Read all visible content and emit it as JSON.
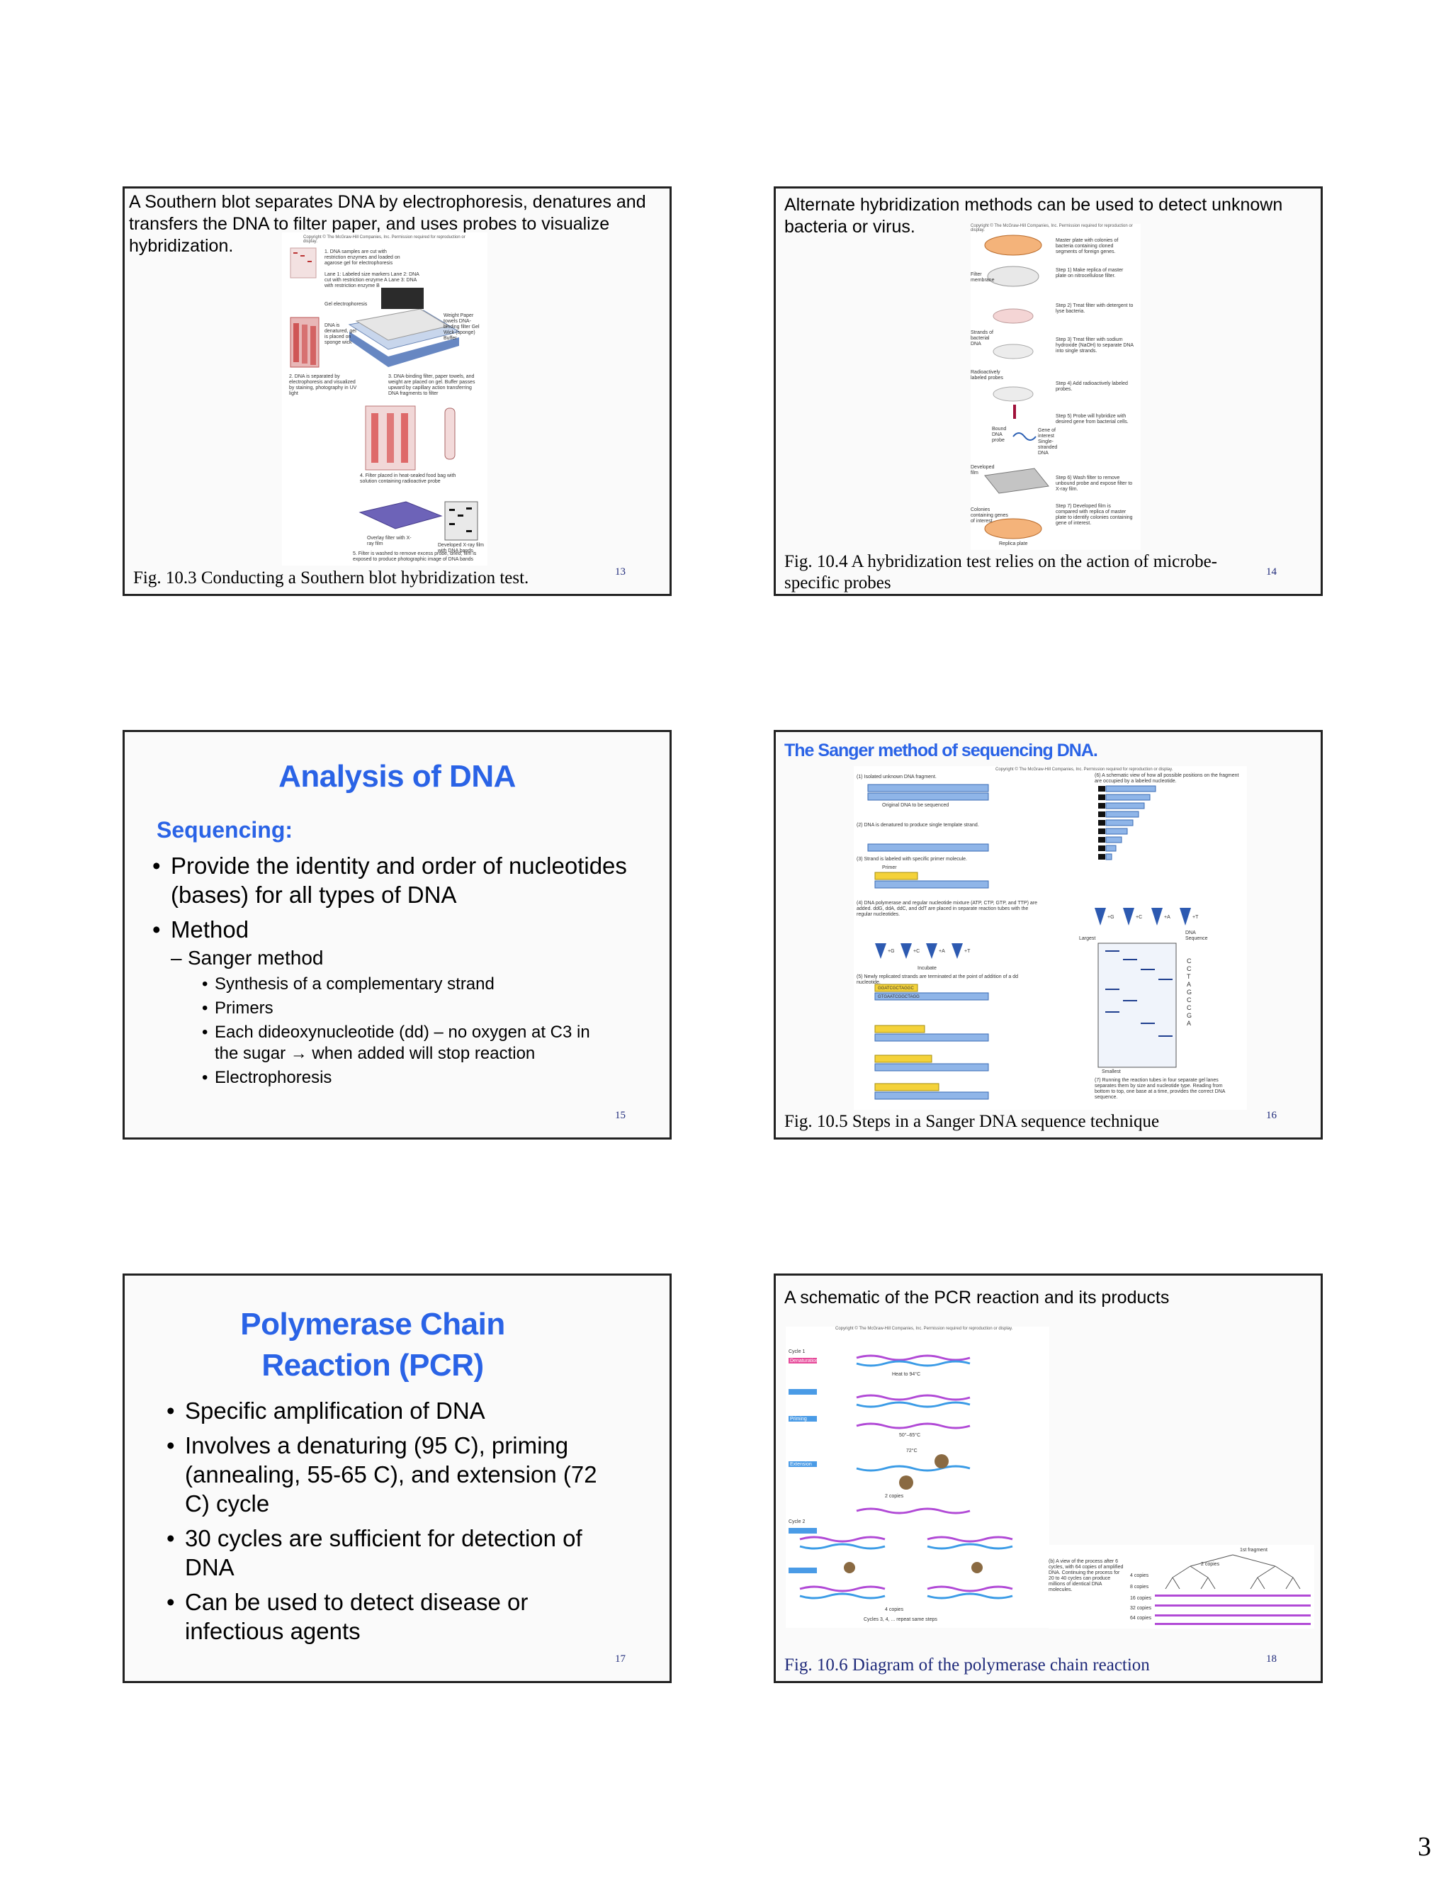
{
  "page_number": "3",
  "slides": {
    "s13": {
      "text": "A Southern blot separates DNA by electrophoresis, denatures and transfers the DNA to filter paper, and uses probes to visualize hybridization.",
      "caption": "Fig. 10.3 Conducting a Southern blot hybridization test.",
      "number": "13",
      "figure": {
        "copyright": "Copyright © The McGraw-Hill Companies, Inc. Permission required for reproduction or display.",
        "step1": "1. DNA samples are cut with restriction enzymes and loaded on agarose gel for electrophoresis",
        "lanes": "Lane 1: Labeled size markers  Lane 2: DNA cut with restriction enzyme A  Lane 3: DNA with restriction enzyme B",
        "gel": "Gel electrophoresis",
        "denatured": "DNA is denatured, gel is placed on sponge wick",
        "labels": "Weight  Paper towels  DNA-binding filter  Gel  Wick (sponge)  Buffer",
        "step2": "2. DNA is separated by electrophoresis and visualized by staining, photography in UV light",
        "step3": "3. DNA-binding filter, paper towels, and weight are placed on gel. Buffer passes upward by capillary action transferring DNA fragments to filter",
        "step4": "4. Filter placed in heat-sealed food bag with solution containing radioactive probe",
        "overlay": "Overlay filter with X-ray film",
        "developed": "Developed X-ray film with DNA bands",
        "step5": "5. Filter is washed to remove excess probe, dried; film is exposed to produce photographic image of DNA bands"
      }
    },
    "s14": {
      "text": "Alternate hybridization methods can be used to detect unknown bacteria or virus.",
      "caption": "Fig. 10.4 A hybridization test relies on the action of microbe-specific probes",
      "number": "14",
      "figure": {
        "copyright": "Copyright © The McGraw-Hill Companies, Inc. Permission required for reproduction or display.",
        "master": "Master plate with colonies of bacteria containing cloned segments of foreign genes.",
        "step1": "Step 1) Make replica of master plate on nitrocellulose filter.",
        "filter": "Filter membrane",
        "step2": "Step 2) Treat filter with detergent to lyse bacteria.",
        "strands": "Strands of bacterial DNA",
        "step3": "Step 3) Treat filter with sodium hydroxide (NaOH) to separate DNA into single strands.",
        "probes": "Radioactively labeled probes",
        "step4": "Step 4) Add radioactively labeled probes.",
        "step5": "Step 5) Probe will hybridize with desired gene from bacterial cells.",
        "bound": "Bound DNA probe",
        "gene": "Gene of interest Single-stranded DNA",
        "film": "Developed film",
        "step6": "Step 6) Wash filter to remove unbound probe and expose filter to X-ray film.",
        "colonies": "Colonies containing genes of interest",
        "step7": "Step 7) Developed film is compared with replica of master plate to identify colonies containing gene of interest.",
        "replica": "Replica plate"
      }
    },
    "s15": {
      "title": "Analysis of DNA",
      "subtitle": "Sequencing:",
      "bullet1": "Provide the identity and order of nucleotides (bases) for all types of DNA",
      "bullet2": "Method",
      "sub1": "Sanger method",
      "sub1_items": [
        "Synthesis of a complementary strand",
        "Primers",
        "Each dideoxynucleotide (dd) – no oxygen at C3 in the sugar → when added will stop reaction",
        "Electrophoresis"
      ],
      "number": "15"
    },
    "s16": {
      "title": "The Sanger method of sequencing DNA.",
      "caption": "Fig. 10.5 Steps in a Sanger DNA sequence technique",
      "number": "16",
      "figure": {
        "copyright": "Copyright © The McGraw-Hill Companies, Inc. Permission required for reproduction or display.",
        "step1": "(1) Isolated unknown DNA fragment.",
        "original": "Original DNA to be sequenced",
        "step2": "(2) DNA is denatured to produce single template strand.",
        "step3": "(3) Strand is labeled with specific primer molecule.",
        "primer": "Primer",
        "step4": "(4) DNA polymerase and regular nucleotide mixture (ATP, CTP, GTP, and TTP) are added. ddG, ddA, ddC, and ddT are placed in separate reaction tubes with the regular nucleotides.",
        "incubate": "Incubate",
        "step5": "(5) Newly replicated strands are terminated at the point of addition of a dd nucleotide.",
        "step6": "(6) A schematic view of how all possible positions on the fragment are occupied by a labeled nucleotide.",
        "largest": "Largest",
        "smallest": "Smallest",
        "dna_seq": "DNA Sequence",
        "seq_letters": "CCTAGCCGA",
        "step7": "(7) Running the reaction tubes in four separate gel lanes separates them by size and nucleotide type. Reading from bottom to top, one base at a time, provides the correct DNA sequence.",
        "tubes": [
          "+G",
          "+C",
          "+A",
          "+T"
        ],
        "strand_seq": "GGATCGCTAGGC",
        "template_seq": "GTGAATCGGCTAGG"
      }
    },
    "s17": {
      "title": "Polymerase Chain Reaction (PCR)",
      "bullets": [
        "Specific amplification of DNA",
        "Involves a denaturing (95 C), priming (annealing, 55-65 C), and extension (72 C) cycle",
        "30 cycles are sufficient for detection of DNA",
        "Can be used to detect disease or infectious agents"
      ],
      "number": "17"
    },
    "s18": {
      "text": "A schematic of the PCR reaction and its products",
      "caption": "Fig. 10.6 Diagram of the polymerase chain reaction",
      "number": "18",
      "figure": {
        "copyright": "Copyright © The McGraw-Hill Companies, Inc. Permission required for reproduction or display.",
        "cycle1": "Cycle 1",
        "cycle2": "Cycle 2",
        "denature": "Denaturation",
        "priming": "Priming",
        "extension": "Extension",
        "heat": "Heat to 94°C",
        "cool": "50°–65°C",
        "ext_temp": "72°C",
        "copies2": "2 copies",
        "copies4": "4 copies",
        "repeat": "Cycles 3, 4, ... repeat same steps",
        "tree_labels": [
          "1st fragment",
          "2 copies",
          "4 copies",
          "8 copies",
          "16 copies",
          "32 copies",
          "64 copies"
        ],
        "tree_note": "(b) A view of the process after 6 cycles, with 64 copies of amplified DNA. Continuing the process for 20 to 40 cycles can produce millions of identical DNA molecules."
      }
    }
  }
}
